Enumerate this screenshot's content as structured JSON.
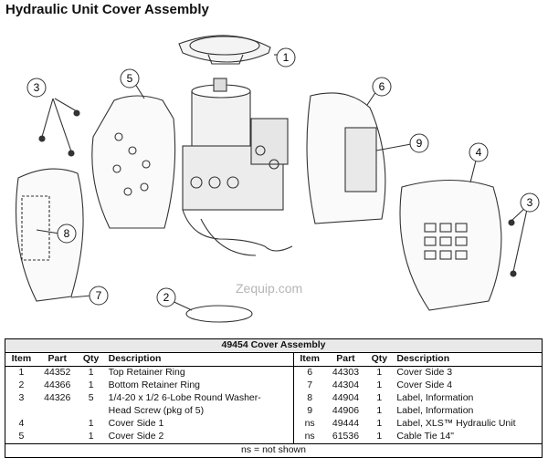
{
  "title": "Hydraulic Unit Cover Assembly",
  "watermark": "Zequip.com",
  "callouts": [
    "1",
    "2",
    "3",
    "3",
    "4",
    "5",
    "6",
    "7",
    "8",
    "9"
  ],
  "table": {
    "title": "49454  Cover Assembly",
    "headers": [
      "Item",
      "Part",
      "Qty",
      "Description"
    ],
    "left_rows": [
      {
        "item": "1",
        "part": "44352",
        "qty": "1",
        "desc": "Top Retainer Ring",
        "desc2": ""
      },
      {
        "item": "2",
        "part": "44366",
        "qty": "1",
        "desc": "Bottom Retainer Ring",
        "desc2": ""
      },
      {
        "item": "3",
        "part": "44326",
        "qty": "5",
        "desc": "1/4-20 x 1/2 6-Lobe Round Washer-",
        "desc2": "Head Screw (pkg of 5)"
      },
      {
        "item": "4",
        "part": "",
        "qty": "1",
        "desc": "Cover Side 1",
        "desc2": ""
      },
      {
        "item": "5",
        "part": "",
        "qty": "1",
        "desc": "Cover Side 2",
        "desc2": ""
      }
    ],
    "right_rows": [
      {
        "item": "6",
        "part": "44303",
        "qty": "1",
        "desc": "Cover Side 3"
      },
      {
        "item": "7",
        "part": "44304",
        "qty": "1",
        "desc": "Cover Side 4"
      },
      {
        "item": "8",
        "part": "44904",
        "qty": "1",
        "desc": "Label, Information"
      },
      {
        "item": "9",
        "part": "44906",
        "qty": "1",
        "desc": "Label, Information"
      },
      {
        "item": "ns",
        "part": "49444",
        "qty": "1",
        "desc": "Label, XLS™ Hydraulic Unit"
      },
      {
        "item": "ns",
        "part": "61536",
        "qty": "1",
        "desc": "Cable Tie 14\""
      }
    ],
    "footer": "ns = not shown"
  }
}
